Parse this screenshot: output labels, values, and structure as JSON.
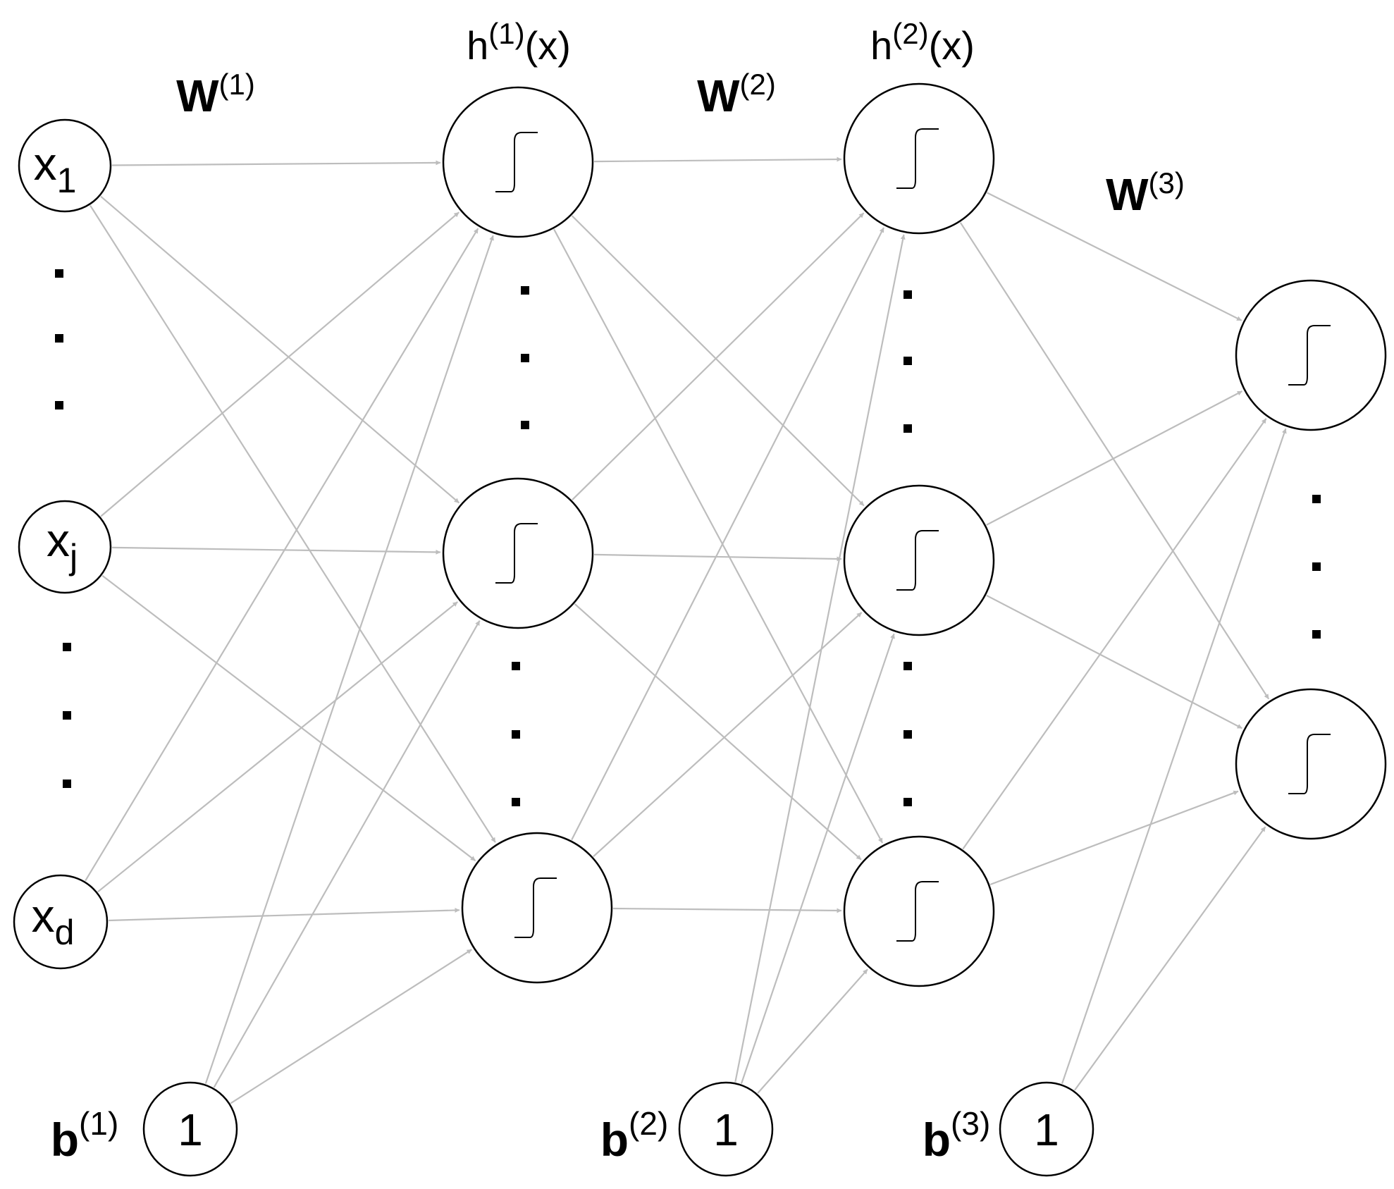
{
  "inputs": [
    {
      "id": "x1",
      "base": "x",
      "sub": "1"
    },
    {
      "id": "xj",
      "base": "x",
      "sub": "j"
    },
    {
      "id": "xd",
      "base": "x",
      "sub": "d"
    }
  ],
  "hidden_layers": [
    {
      "id": "h1",
      "label_base": "h",
      "label_sup": "(1)",
      "label_tail": "(x)"
    },
    {
      "id": "h2",
      "label_base": "h",
      "label_sup": "(2)",
      "label_tail": "(x)"
    }
  ],
  "weights": [
    {
      "id": "w1",
      "base": "W",
      "sup": "(1)"
    },
    {
      "id": "w2",
      "base": "W",
      "sup": "(2)"
    },
    {
      "id": "w3",
      "base": "W",
      "sup": "(3)"
    }
  ],
  "biases": [
    {
      "id": "b1",
      "base": "b",
      "sup": "(1)",
      "value": "1"
    },
    {
      "id": "b2",
      "base": "b",
      "sup": "(2)",
      "value": "1"
    },
    {
      "id": "b3",
      "base": "b",
      "sup": "(3)",
      "value": "1"
    }
  ],
  "colors": {
    "edge": "#bdbdbd",
    "node_stroke": "#000000",
    "text": "#000000"
  }
}
